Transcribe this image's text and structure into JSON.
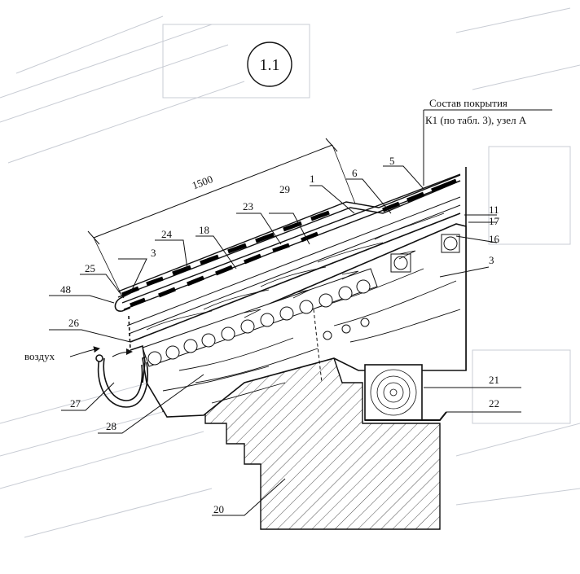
{
  "figure": {
    "node_id": "1.1",
    "composition_title": "Состав покрытия",
    "composition_ref": "К1 (по табл. 3), узел А",
    "dimension": "1500",
    "air_label": "воздух"
  },
  "callouts": [
    {
      "id": "c1",
      "text": "1"
    },
    {
      "id": "c3a",
      "text": "3"
    },
    {
      "id": "c3b",
      "text": "3"
    },
    {
      "id": "c5",
      "text": "5"
    },
    {
      "id": "c6",
      "text": "6"
    },
    {
      "id": "c11",
      "text": "11"
    },
    {
      "id": "c16",
      "text": "16"
    },
    {
      "id": "c17",
      "text": "17"
    },
    {
      "id": "c18",
      "text": "18"
    },
    {
      "id": "c20",
      "text": "20"
    },
    {
      "id": "c21",
      "text": "21"
    },
    {
      "id": "c22",
      "text": "22"
    },
    {
      "id": "c23",
      "text": "23"
    },
    {
      "id": "c24",
      "text": "24"
    },
    {
      "id": "c25",
      "text": "25"
    },
    {
      "id": "c26",
      "text": "26"
    },
    {
      "id": "c27",
      "text": "27"
    },
    {
      "id": "c28",
      "text": "28"
    },
    {
      "id": "c29",
      "text": "29"
    },
    {
      "id": "c48",
      "text": "48"
    }
  ],
  "colors": {
    "ink": "#111111",
    "paper": "#ffffff",
    "ghost": "#c8ccd4"
  }
}
